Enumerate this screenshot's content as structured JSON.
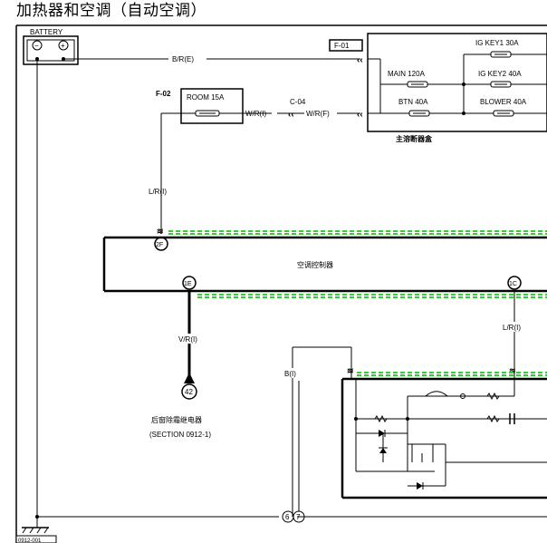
{
  "title": "加热器和空调（自动空调）",
  "battery": {
    "label": "BATTERY",
    "neg": "−",
    "pos": "+"
  },
  "wires": {
    "br_e": "B/R(E)",
    "wr_i": "W/R(I)",
    "wr_f": "W/R(F)",
    "lr_i_left": "L/R(I)",
    "lr_i_right": "L/R(I)",
    "vr_i": "V/R(I)",
    "b_i": "B(I)"
  },
  "connectors": {
    "f01": "F-01",
    "f02": "F-02",
    "c04": "C-04",
    "pin_2f": "2F",
    "pin_1e": "1E",
    "pin_1c": "1C",
    "pin_42": "42",
    "pin_6": "6",
    "pin_7": "7"
  },
  "fuses": {
    "room": "ROOM 15A",
    "ig_key1": "IG KEY1 30A",
    "main": "MAIN 120A",
    "ig_key2": "IG KEY2 40A",
    "btn": "BTN 40A",
    "blower": "BLOWER 40A"
  },
  "fuse_box_label": "主溶断器盒",
  "controller_label": "空调控制器",
  "relay_label_line1": "后窗除霜继电器",
  "relay_label_line2": "(SECTION 0912-1)",
  "footer_code": "0912-001"
}
